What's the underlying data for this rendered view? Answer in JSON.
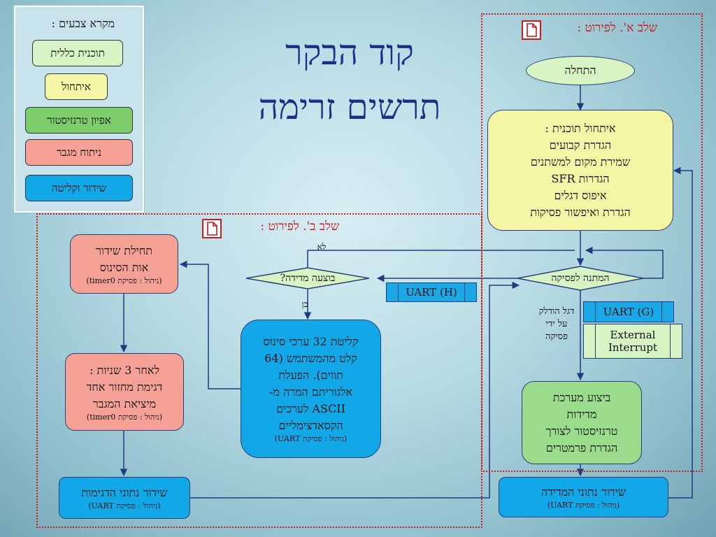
{
  "legend": {
    "title": "מקרא צבעים :",
    "items": [
      {
        "label": "תוכנית כללית",
        "color": "#d8f3c4"
      },
      {
        "label": "איתחול",
        "color": "#f4f6a6"
      },
      {
        "label": "אפיון טרנזיסטור",
        "color": "#7dce6a"
      },
      {
        "label": "ניתוח מגבר",
        "color": "#f6a196"
      },
      {
        "label": "שידור וקליטה",
        "color": "#12a8e8"
      }
    ]
  },
  "title": {
    "line1": "קוד הבקר",
    "line2": "תרשים זרימה"
  },
  "stage_a": {
    "label": "שלב א'. לפירוט :"
  },
  "stage_b": {
    "label": "שלב ב'. לפירוט :"
  },
  "nodes": {
    "start": "התחלה",
    "init": {
      "lines": [
        "איתחול תוכנית :",
        "הגדרת קבועים",
        "שמירת מקום למשתנים",
        "הגדרות SFR",
        "איפוס דגלים",
        "הגדרת ואיפשור פסיקות"
      ]
    },
    "wait": "המתנה לפסיקה",
    "measure_decision": "בוצעה מדידה?",
    "no_label": "לא",
    "yes_label": "כן",
    "receive": {
      "lines": [
        "קליטת 32 ערכי סינוס",
        "קלט מהמשתמש (64",
        "תווים).  הפעלת",
        "אלגוריתם המרה מ-",
        "ASCII לערכים",
        "הקסאדצימליים"
      ],
      "note": "(ניהול : פסיקת UART)"
    },
    "sine_tx": {
      "lines": [
        "תחילת שידור",
        "אות הסינוס"
      ],
      "note": "(ניהול : פסיקת timer0)"
    },
    "sample": {
      "lines": [
        "לאחר 3 שניות :",
        "דגימת מחזור אחד",
        "מיציאת המגבר"
      ],
      "note": "(ניהול : פסיקת timer0)"
    },
    "tx_samples": {
      "line": "שידור נתוני הדגימות",
      "note": "(ניהול : פסיקת UART)"
    },
    "measure": {
      "lines": [
        "ביצוע מערכת",
        "מדידות",
        "טרנזיסטור לצורך",
        "הגדרת פרמטרים"
      ]
    },
    "tx_measure": {
      "line": "שידור נתוני המדידה",
      "note": "(ניהול : פסיקת UART)"
    },
    "uart_h": "UART (H)",
    "uart_g": "UART (G)",
    "ext_int": {
      "line1": "External",
      "line2": "Interrupt"
    },
    "flag_text": [
      "דגל הודלק",
      "על ידי",
      "פסיקה"
    ]
  }
}
